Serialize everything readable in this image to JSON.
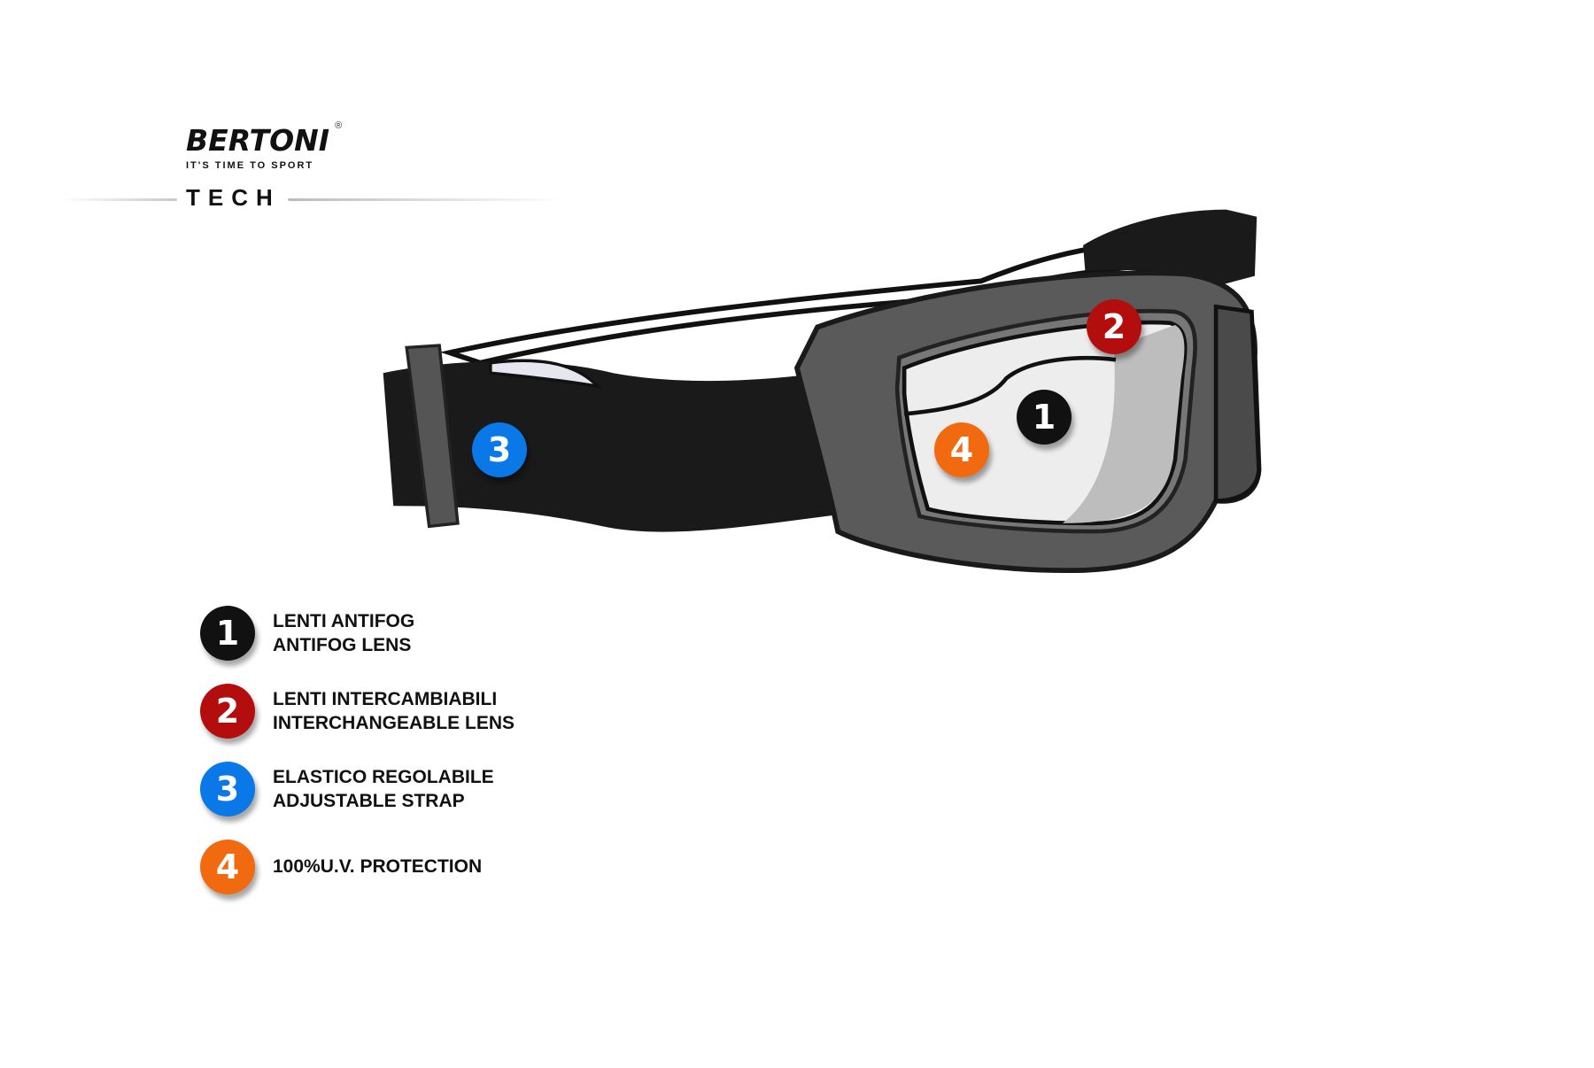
{
  "brand": {
    "name": "BERTONI",
    "registered": "®",
    "tagline": "IT'S TIME TO SPORT",
    "product": "TECH"
  },
  "colors": {
    "black": "#111111",
    "red": "#b30d0d",
    "blue": "#0a78e6",
    "orange": "#f26a0f"
  },
  "callouts": [
    {
      "number": "1",
      "color": "#111111"
    },
    {
      "number": "2",
      "color": "#b30d0d"
    },
    {
      "number": "3",
      "color": "#0a78e6"
    },
    {
      "number": "4",
      "color": "#f26a0f"
    }
  ],
  "legend": [
    {
      "number": "1",
      "line1": "LENTI ANTIFOG",
      "line2": "ANTIFOG LENS"
    },
    {
      "number": "2",
      "line1": "LENTI INTERCAMBIABILI",
      "line2": "INTERCHANGEABLE LENS"
    },
    {
      "number": "3",
      "line1": "ELASTICO REGOLABILE",
      "line2": "ADJUSTABLE STRAP"
    },
    {
      "number": "4",
      "line1": "100%U.V. PROTECTION"
    }
  ]
}
